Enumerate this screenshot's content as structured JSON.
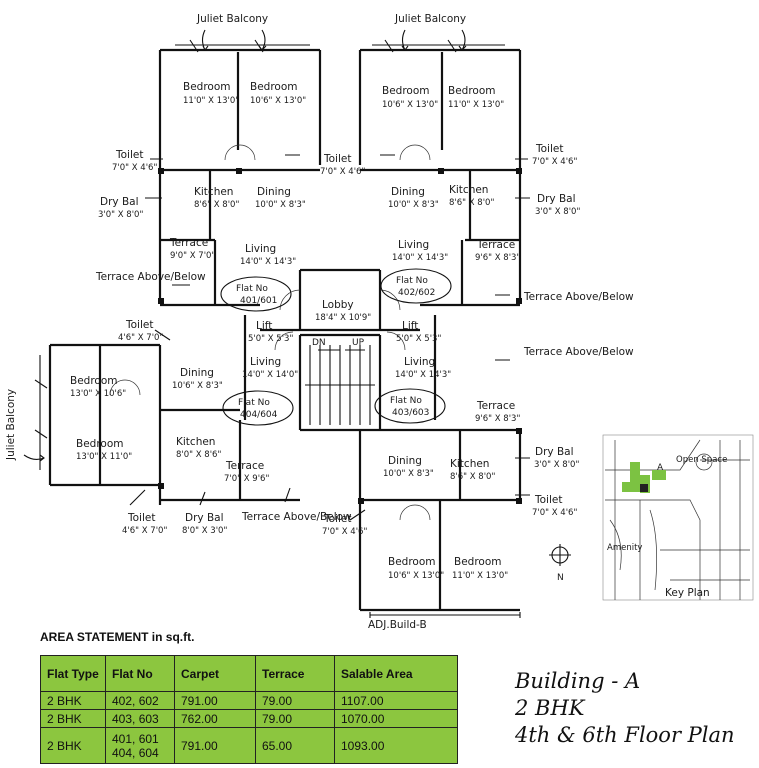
{
  "plan": {
    "balconies": [
      "Juliet Balcony",
      "Juliet Balcony",
      "Juliet Balcony"
    ],
    "rooms": [
      {
        "name": "Bedroom",
        "dim": "11'0\" X 13'0\""
      },
      {
        "name": "Bedroom",
        "dim": "10'6\" X 13'0\""
      },
      {
        "name": "Bedroom",
        "dim": "10'6\" X 13'0\""
      },
      {
        "name": "Bedroom",
        "dim": "11'0\" X 13'0\""
      },
      {
        "name": "Toilet",
        "dim": "7'0\" X 4'6\""
      },
      {
        "name": "Toilet",
        "dim": "7'0\" X 4'6\""
      },
      {
        "name": "Toilet",
        "dim": "7'0\" X 4'6\""
      },
      {
        "name": "Dry Bal",
        "dim": "3'0\" X 8'0\""
      },
      {
        "name": "Kitchen",
        "dim": "8'6\" X 8'0\""
      },
      {
        "name": "Dining",
        "dim": "10'0\" X 8'3\""
      },
      {
        "name": "Dining",
        "dim": "10'0\" X 8'3\""
      },
      {
        "name": "Kitchen",
        "dim": "8'6\" X 8'0\""
      },
      {
        "name": "Dry Bal",
        "dim": "3'0\" X 8'0\""
      },
      {
        "name": "Terrace",
        "dim": "9'0\" X 7'0\""
      },
      {
        "name": "Living",
        "dim": "14'0\" X 14'3\""
      },
      {
        "name": "Living",
        "dim": "14'0\" X 14'3\""
      },
      {
        "name": "Terrace",
        "dim": "9'6\" X 8'3\""
      },
      {
        "name": "Terrace Above/Below",
        "dim": ""
      },
      {
        "name": "Terrace Above/Below",
        "dim": ""
      },
      {
        "name": "Lobby",
        "dim": "18'4\" X 10'9\""
      },
      {
        "name": "Toilet",
        "dim": "4'6\" X 7'0\""
      },
      {
        "name": "Lift",
        "dim": "5'0\" X 5'3\""
      },
      {
        "name": "Lift",
        "dim": "5'0\" X 5'3\""
      },
      {
        "name": "Terrace Above/Below",
        "dim": ""
      },
      {
        "name": "Living",
        "dim": "14'0\" X 14'0\""
      },
      {
        "name": "Dining",
        "dim": "10'6\" X 8'3\""
      },
      {
        "name": "Living",
        "dim": "14'0\" X 14'3\""
      },
      {
        "name": "Bedroom",
        "dim": "13'0\" X 10'6\""
      },
      {
        "name": "Bedroom",
        "dim": "13'0\" X 11'0\""
      },
      {
        "name": "Terrace",
        "dim": "9'6\" X 8'3\""
      },
      {
        "name": "Kitchen",
        "dim": "8'0\" X 8'6\""
      },
      {
        "name": "Terrace",
        "dim": "7'0\" X 9'6\""
      },
      {
        "name": "Terrace Above/Below",
        "dim": ""
      },
      {
        "name": "Dining",
        "dim": "10'0\" X 8'3\""
      },
      {
        "name": "Kitchen",
        "dim": "8'6\" X 8'0\""
      },
      {
        "name": "Dry Bal",
        "dim": "3'0\" X 8'0\""
      },
      {
        "name": "Toilet",
        "dim": "4'6\" X 7'0\""
      },
      {
        "name": "Dry Bal",
        "dim": "8'0\" X 3'0\""
      },
      {
        "name": "Toilet",
        "dim": "7'0\" X 4'6\""
      },
      {
        "name": "Toilet",
        "dim": "7'0\" X 4'6\""
      },
      {
        "name": "Bedroom",
        "dim": "10'6\" X 13'0\""
      },
      {
        "name": "Bedroom",
        "dim": "11'0\" X 13'0\""
      }
    ],
    "flats": [
      {
        "label": "Flat No",
        "nos": "401/601"
      },
      {
        "label": "Flat No",
        "nos": "402/602"
      },
      {
        "label": "Flat No",
        "nos": "404/604"
      },
      {
        "label": "Flat No",
        "nos": "403/603"
      }
    ],
    "stair": {
      "dn": "DN",
      "up": "UP"
    },
    "adj_build": "ADJ.Build-B",
    "compass": "N",
    "key_plan": {
      "label": "Key Plan",
      "open_space": "Open Space",
      "amenity": "Amenity",
      "marker": "A"
    }
  },
  "area_statement": {
    "title": "AREA STATEMENT in sq.ft.",
    "headers": [
      "Flat Type",
      "Flat No",
      "Carpet",
      "Terrace",
      "Salable Area"
    ],
    "rows": [
      {
        "type": "2 BHK",
        "no": "402, 602",
        "carpet": "791.00",
        "terrace": "79.00",
        "salable": "1107.00"
      },
      {
        "type": "2 BHK",
        "no": "403, 603",
        "carpet": "762.00",
        "terrace": "79.00",
        "salable": "1070.00"
      },
      {
        "type": "2 BHK",
        "no": "401, 601",
        "no2": "404, 604",
        "carpet": "791.00",
        "terrace": "65.00",
        "salable": "1093.00"
      }
    ]
  },
  "title_block": {
    "line1": "Building - A",
    "line2": "2 BHK",
    "line3": "4th & 6th Floor Plan"
  },
  "colors": {
    "table_fill": "#8cc63f",
    "key_green": "#7cc242"
  }
}
